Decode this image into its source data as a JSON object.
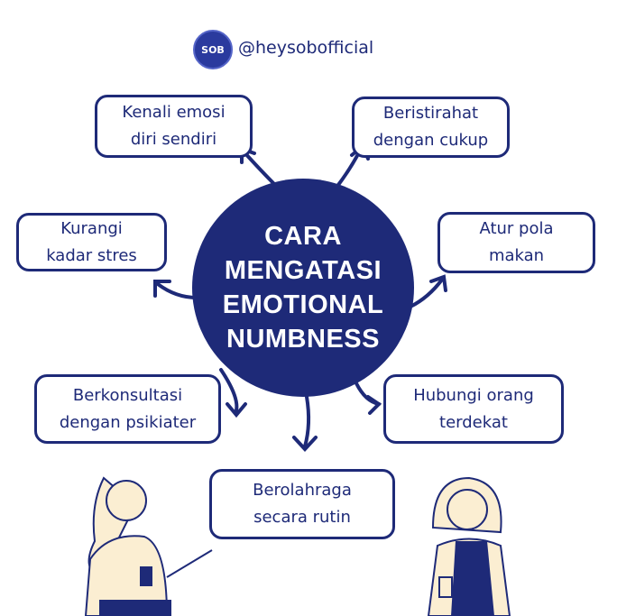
{
  "brand": {
    "logo_text": "SOB",
    "handle": "@heysobofficial"
  },
  "center": {
    "lines": [
      "CARA",
      "MENGATASI",
      "EMOTIONAL",
      "NUMBNESS"
    ]
  },
  "tips": [
    {
      "lines": [
        "Kenali emosi",
        "diri sendiri"
      ]
    },
    {
      "lines": [
        "Beristirahat",
        "dengan cukup"
      ]
    },
    {
      "lines": [
        "Kurangi",
        "kadar stres"
      ]
    },
    {
      "lines": [
        "Atur pola",
        "makan"
      ]
    },
    {
      "lines": [
        "Berkonsultasi",
        "dengan psikiater"
      ]
    },
    {
      "lines": [
        "Hubungi orang",
        "terdekat"
      ]
    },
    {
      "lines": [
        "Berolahraga",
        "secara rutin"
      ]
    }
  ],
  "colors": {
    "navy": "#1e2a78",
    "skin": "#fbeed2"
  }
}
